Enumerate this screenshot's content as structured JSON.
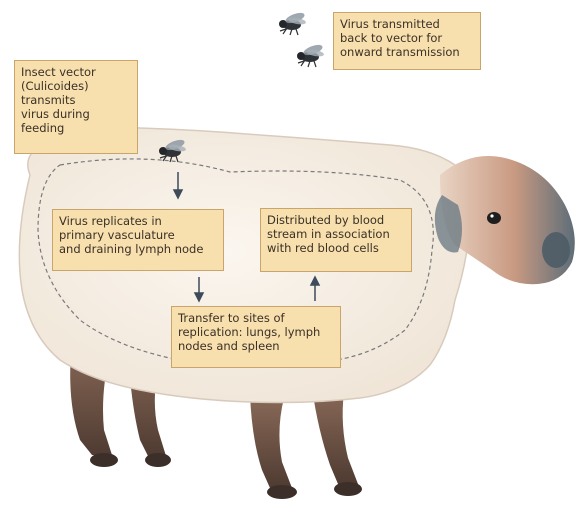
{
  "labels": {
    "insect_vector": "Insect vector\n(Culicoides)\ntransmits\nvirus during\nfeeding",
    "virus_back": "Virus transmitted\nback to vector for\nonward transmission",
    "replicates": "Virus replicates in\nprimary vasculature\nand draining lymph node",
    "distributed": "Distributed by blood\nstream in association\nwith red blood cells",
    "transfer": "Transfer to sites of\nreplication: lungs, lymph\nnodes and spleen"
  },
  "colors": {
    "box_fill": "#f7dfae",
    "box_border": "#c9a46b",
    "wool": "#f6eee4",
    "wool_edge": "#d8cbbd",
    "legs": "#6b5244",
    "hooves": "#3c2f2a",
    "face": "#c9a08a",
    "muzzle": "#5f6f7a",
    "arrow": "#3d4b5a"
  },
  "icons": [
    "fly-icon"
  ]
}
